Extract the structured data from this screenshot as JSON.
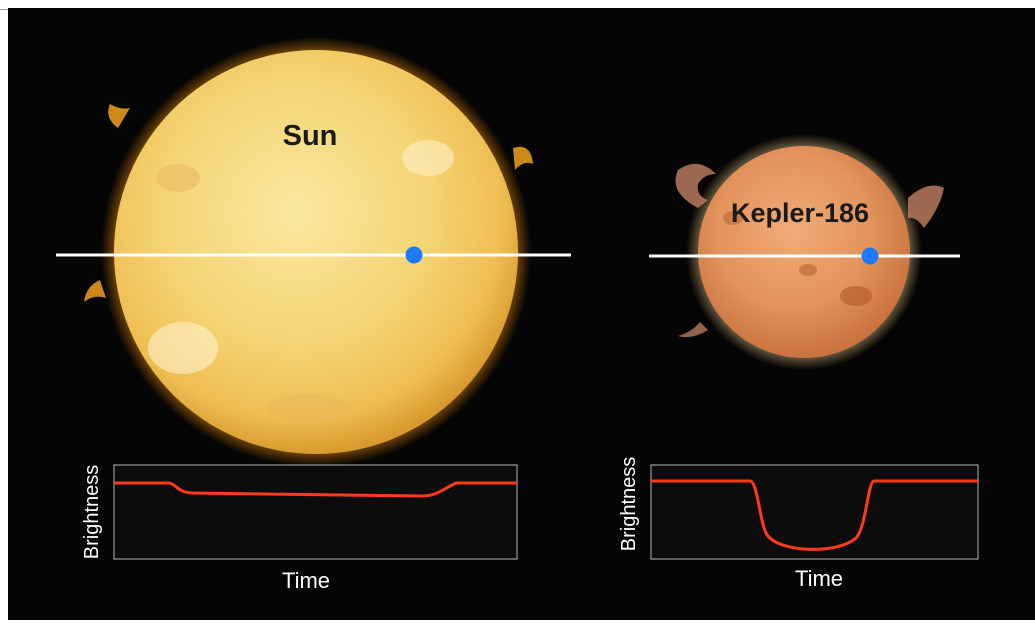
{
  "stars": [
    {
      "name": "Sun",
      "color": "#f3d57a"
    },
    {
      "name": "Kepler-186",
      "color": "#e2945f"
    }
  ],
  "planet_color": "#1e7bff",
  "axes": {
    "y_label": "Brightness",
    "x_label": "Time"
  },
  "curve_color": "#ff3a1a"
}
